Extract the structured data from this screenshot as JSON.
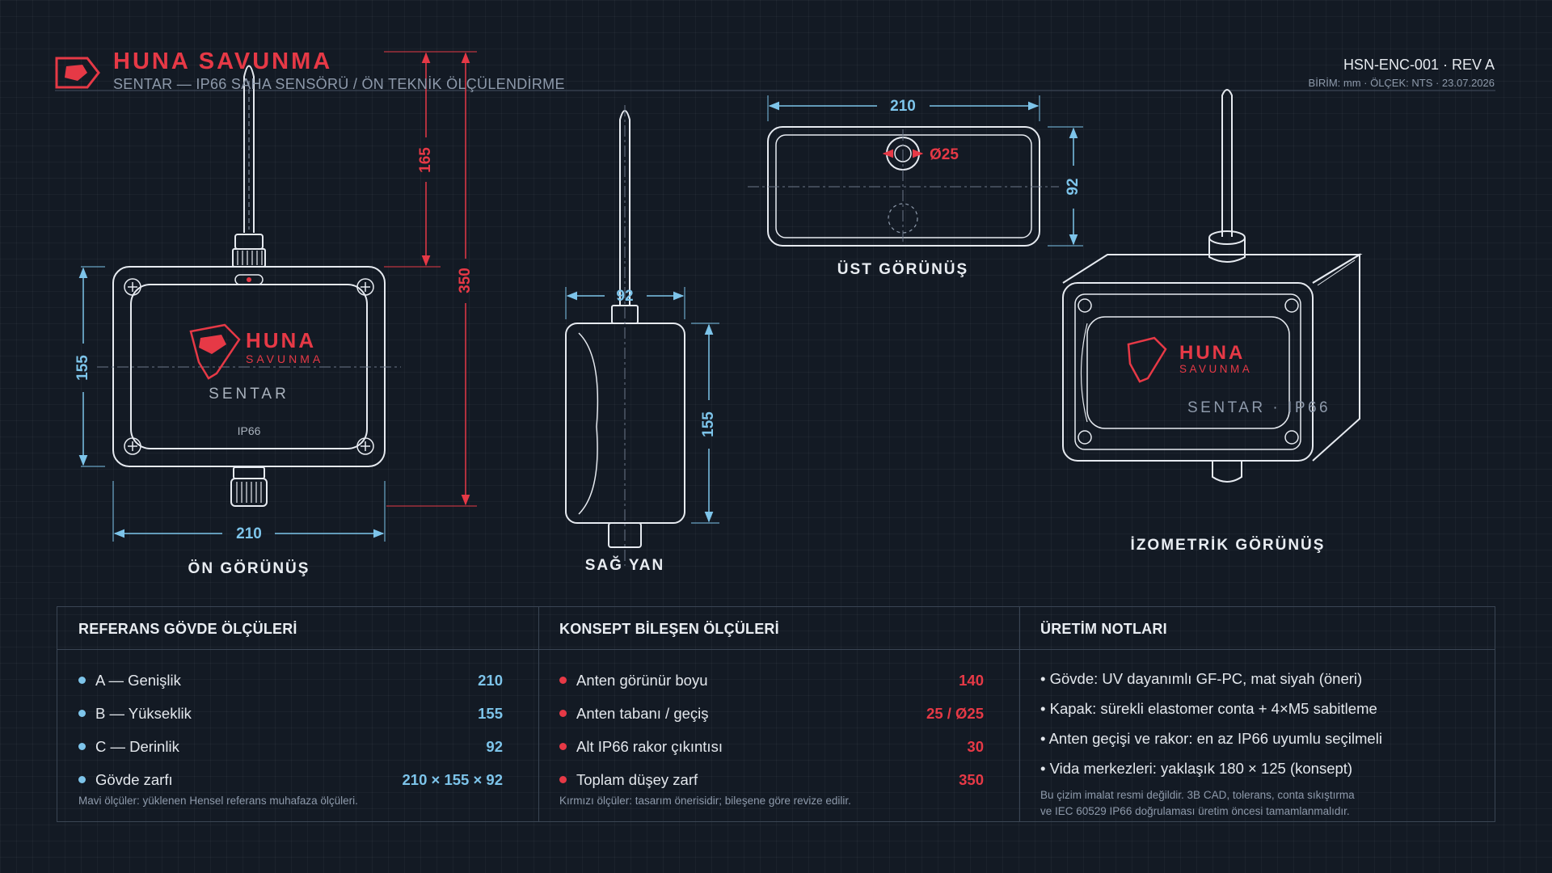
{
  "header": {
    "brand": "HUNA SAVUNMA",
    "subtitle": "SENTAR — IP66 SAHA SENSÖRÜ / ÖN TEKNİK ÖLÇÜLENDİRME",
    "doc_code": "HSN-ENC-001 · REV A",
    "meta": "BİRİM: mm · ÖLÇEK: NTS · 23.07.2026"
  },
  "colors": {
    "accent_red": "#e63946",
    "dim_blue": "#7dc4ea",
    "line": "#e6eaf0",
    "background": "#131a24"
  },
  "views": {
    "front": {
      "caption": "ÖN GÖRÜNÜŞ",
      "dim_width": "210",
      "dim_height": "155",
      "dim_antenna": "165",
      "dim_total": "350",
      "logo_top": "HUNA",
      "logo_bottom": "SAVUNMA",
      "product": "SENTAR",
      "rating": "IP66"
    },
    "side": {
      "caption": "SAĞ YAN",
      "dim_depth": "92",
      "dim_height": "155"
    },
    "top": {
      "caption": "ÜST GÖRÜNÜŞ",
      "dim_width": "210",
      "dim_depth": "92",
      "dim_hole": "Ø25"
    },
    "iso": {
      "caption": "İZOMETRİK GÖRÜNÜŞ",
      "logo_top": "HUNA",
      "logo_bottom": "SAVUNMA",
      "product": "SENTAR · IP66"
    }
  },
  "table": {
    "ref": {
      "title": "REFERANS GÖVDE ÖLÇÜLERİ",
      "rows": [
        {
          "label": "A — Genişlik",
          "value": "210"
        },
        {
          "label": "B — Yükseklik",
          "value": "155"
        },
        {
          "label": "C — Derinlik",
          "value": "92"
        },
        {
          "label": "Gövde zarfı",
          "value": "210 × 155 × 92"
        }
      ],
      "footnote": "Mavi ölçüler: yüklenen Hensel referans muhafaza ölçüleri."
    },
    "concept": {
      "title": "KONSEPT BİLEŞEN ÖLÇÜLERİ",
      "rows": [
        {
          "label": "Anten görünür boyu",
          "value": "140"
        },
        {
          "label": "Anten tabanı / geçiş",
          "value": "25 / Ø25"
        },
        {
          "label": "Alt IP66 rakor çıkıntısı",
          "value": "30"
        },
        {
          "label": "Toplam düşey zarf",
          "value": "350"
        }
      ],
      "footnote": "Kırmızı ölçüler: tasarım önerisidir; bileşene göre revize edilir."
    },
    "notes": {
      "title": "ÜRETİM NOTLARI",
      "items": [
        "• Gövde: UV dayanımlı GF-PC, mat siyah (öneri)",
        "• Kapak: sürekli elastomer conta + 4×M5 sabitleme",
        "• Anten geçişi ve rakor: en az IP66 uyumlu seçilmeli",
        "• Vida merkezleri: yaklaşık 180 × 125 (konsept)"
      ],
      "footnote_1": "Bu çizim imalat resmi değildir. 3B CAD, tolerans, conta sıkıştırma",
      "footnote_2": "ve IEC 60529 IP66 doğrulaması üretim öncesi tamamlanmalıdır."
    }
  }
}
